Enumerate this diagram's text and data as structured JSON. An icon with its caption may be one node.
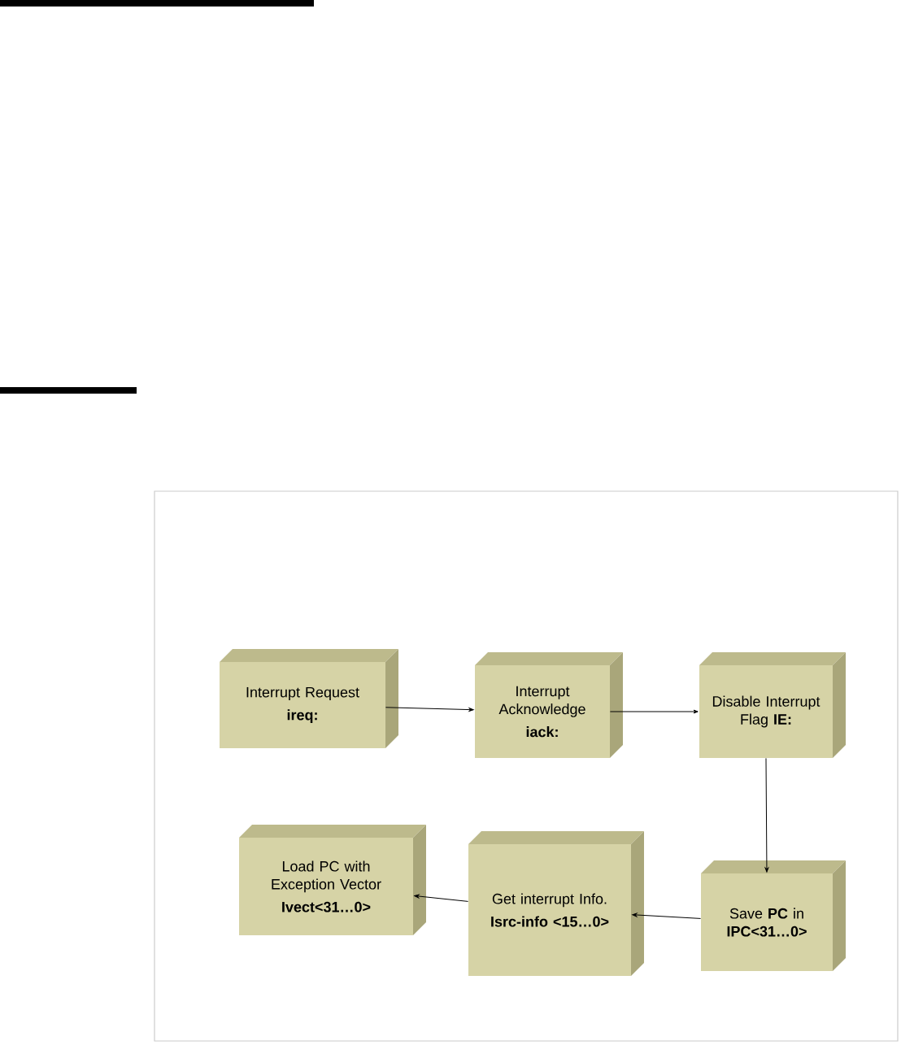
{
  "diagram": {
    "nodes": [
      {
        "text": [
          "Interrupt Request",
          "ireq:"
        ]
      },
      {
        "text": [
          "Interrupt Acknowledge",
          "iack:"
        ]
      },
      {
        "text": [
          "Disable Interrupt Flag **IE:**"
        ]
      },
      {
        "text": [
          "Save **PC** in **IPC<31…0>**"
        ]
      },
      {
        "text": [
          "Get interrupt Info.",
          "Isrc-info <15…0>"
        ]
      },
      {
        "text": [
          "Load PC with Exception Vector",
          "Ivect<31…0>"
        ]
      }
    ],
    "edges": [
      {
        "from": 0,
        "to": 1,
        "arrow": "to"
      },
      {
        "from": 1,
        "to": 2,
        "arrow": "to"
      },
      {
        "from": 2,
        "to": 3,
        "arrow": "to"
      },
      {
        "from": 3,
        "to": 4,
        "arrow": "to"
      },
      {
        "from": 4,
        "to": 5,
        "arrow": "to"
      }
    ]
  }
}
